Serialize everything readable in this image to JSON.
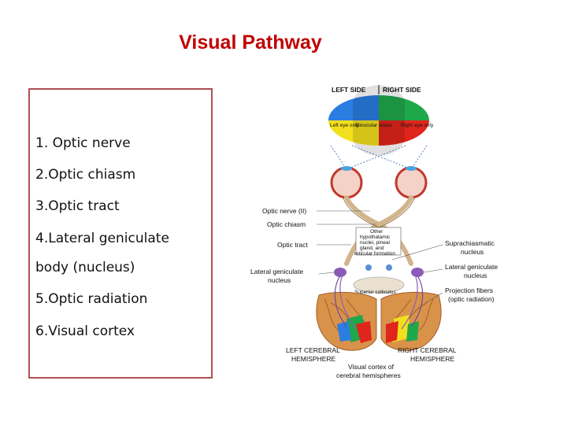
{
  "title": "Visual Pathway",
  "list": [
    "1.  Optic nerve",
    "2.Optic chiasm",
    "3.Optic tract",
    "4.Lateral geniculate",
    "body (nucleus)",
    "5.Optic radiation",
    "6.Visual cortex"
  ],
  "figure": {
    "left_side": "LEFT SIDE",
    "right_side": "RIGHT SIDE",
    "left_eye_only": "Left eye only",
    "binocular_vision": "Binocular vision",
    "right_eye_only": "Right eye only",
    "optic_nerve": "Optic nerve (II)",
    "optic_chiasm": "Optic chiasm",
    "optic_tract": "Optic tract",
    "lgn_left": [
      "Lateral geniculate",
      "nucleus"
    ],
    "other_nuclei": [
      "Other",
      "hypothalamic",
      "nuclei, pineal",
      "gland, and",
      "reticular formation"
    ],
    "suprachiasmatic": [
      "Suprachiasmatic",
      "nucleus"
    ],
    "lgn_right": [
      "Lateral geniculate",
      "nucleus"
    ],
    "superior_colliculus": "Superior colliculus",
    "projection_fibers": [
      "Projection fibers",
      "(optic radiation)"
    ],
    "left_hemisphere": [
      "LEFT CEREBRAL",
      "HEMISPHERE"
    ],
    "right_hemisphere": [
      "RIGHT CEREBRAL",
      "HEMISPHERE"
    ],
    "visual_cortex": [
      "Visual cortex of",
      "cerebral hemispheres"
    ],
    "colors": {
      "left_field": "#2a7de1",
      "right_field": "#1fa84a",
      "yellow": "#f2e01c",
      "red": "#e0251c",
      "title": "#c00000",
      "box_border": "#b05050"
    }
  }
}
